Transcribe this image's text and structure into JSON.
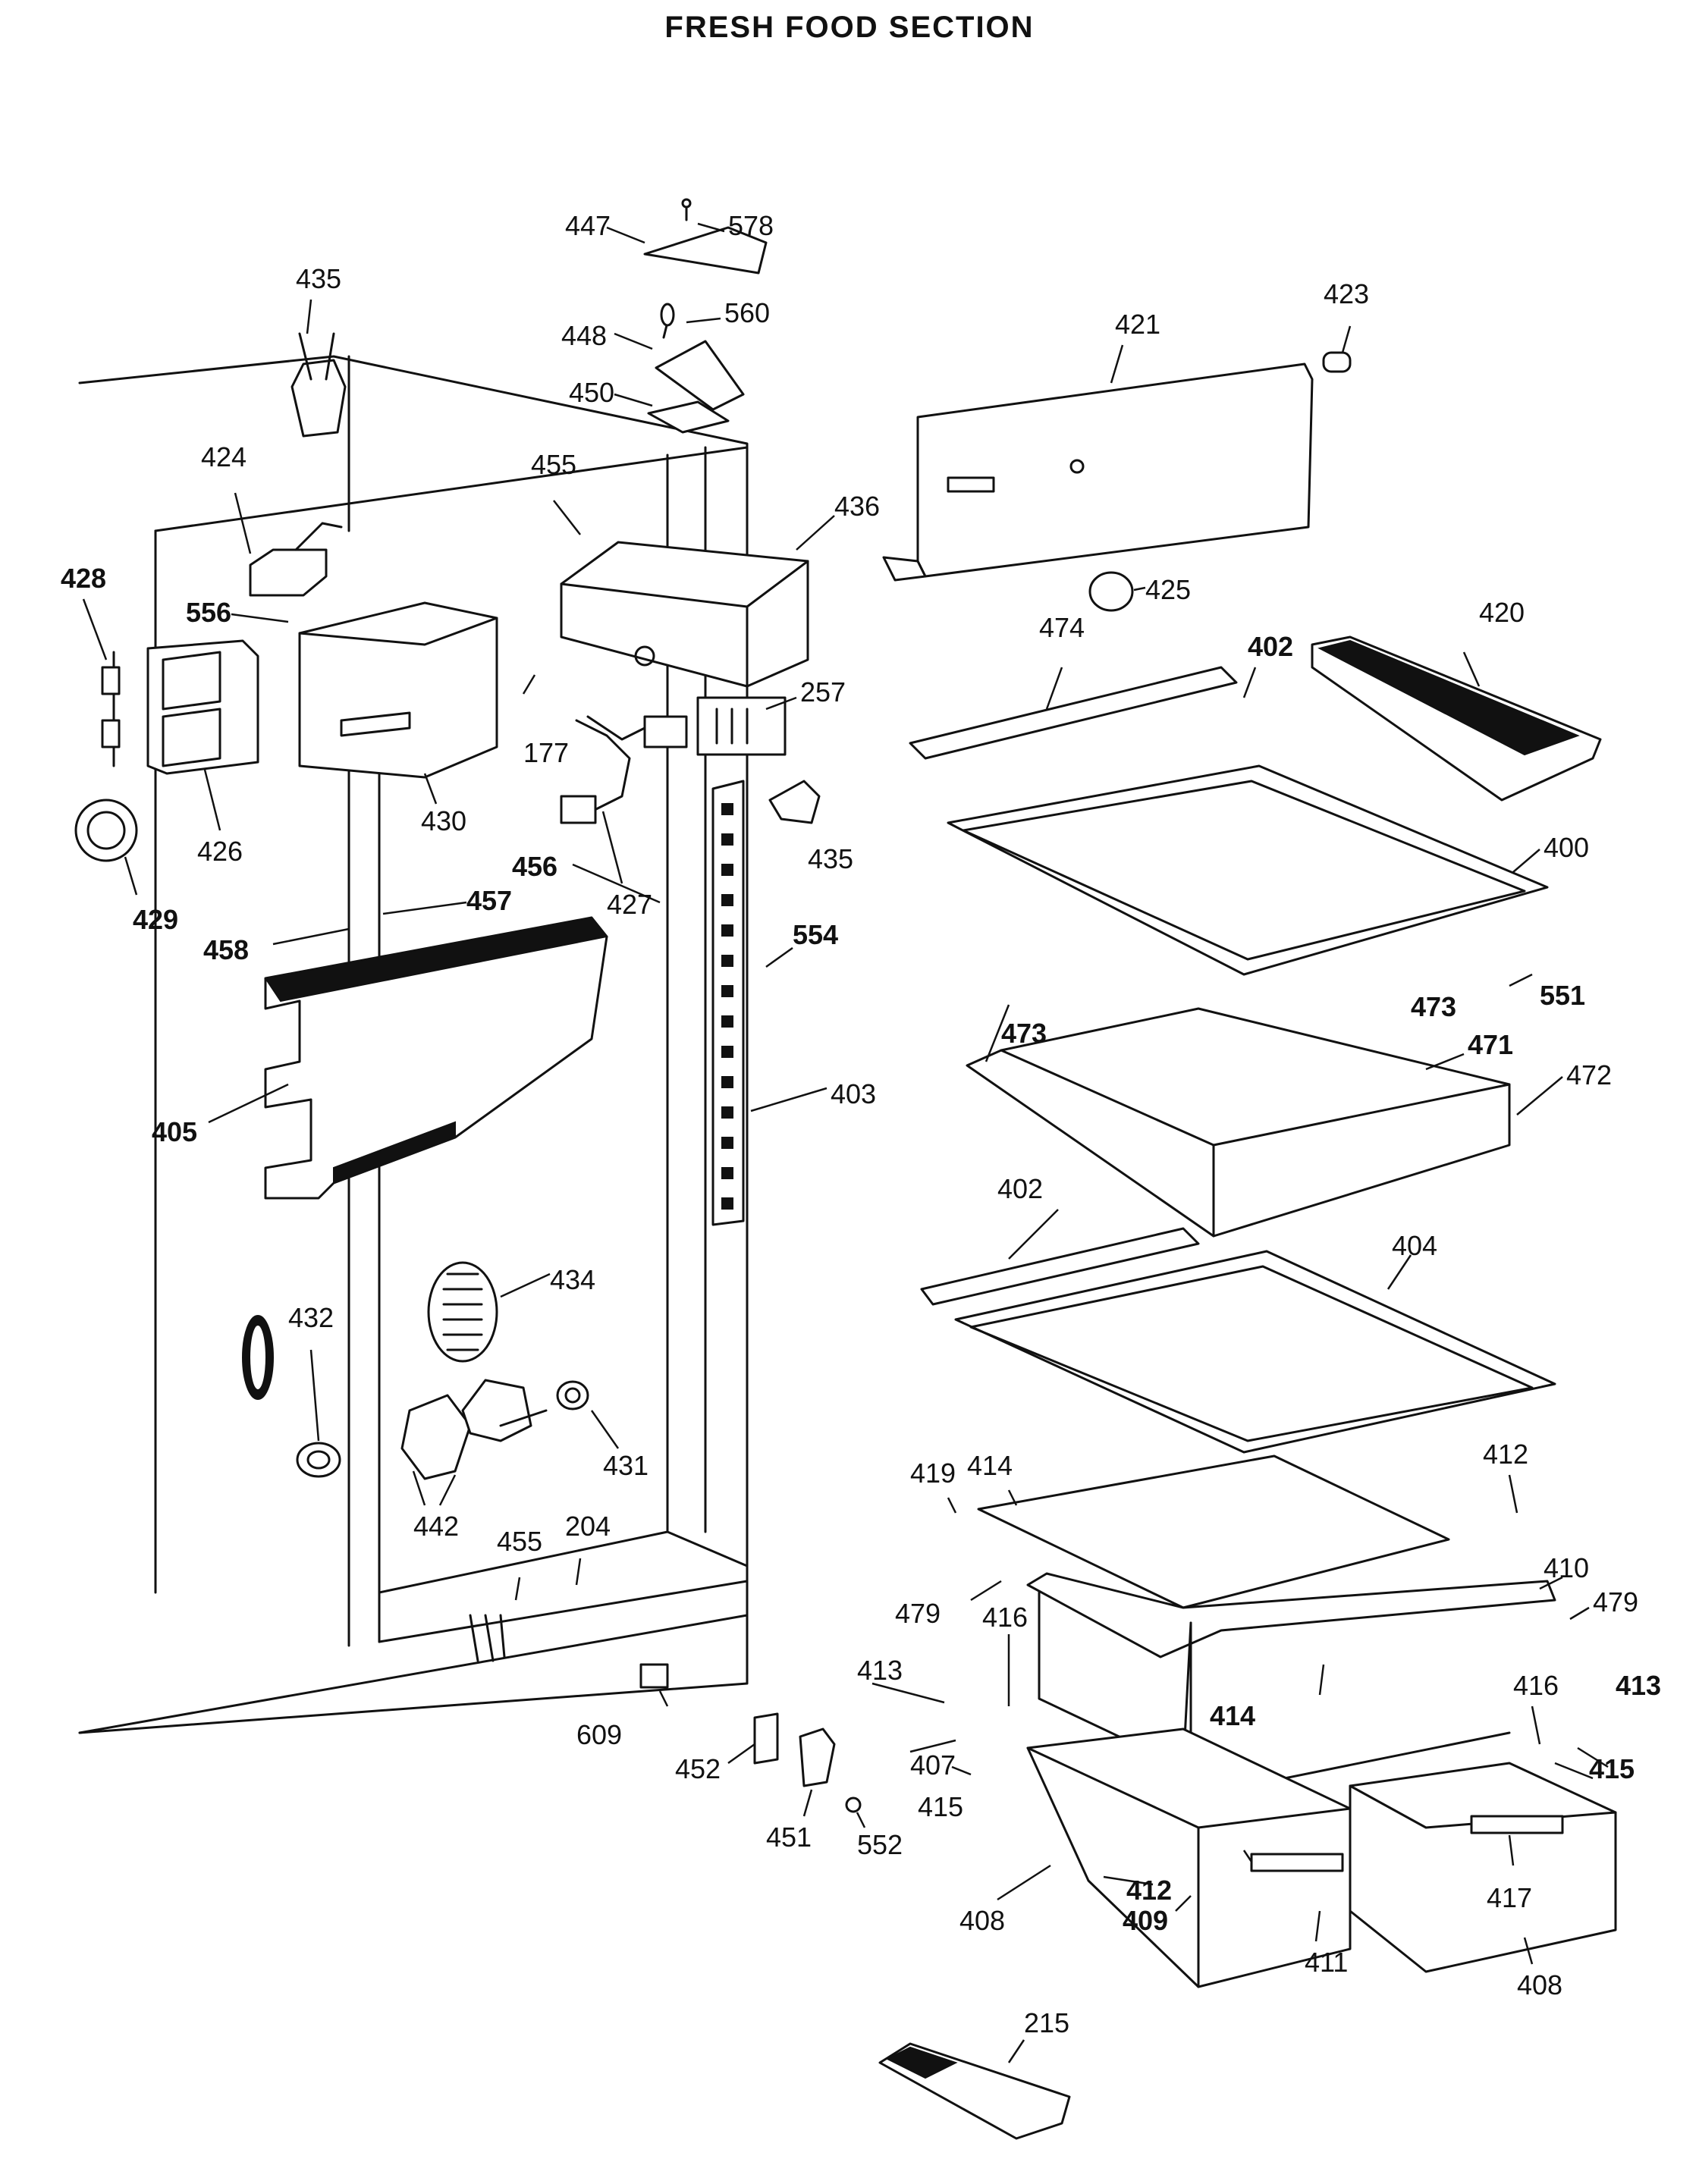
{
  "title": "FRESH FOOD SECTION",
  "labels": [
    "435",
    "447",
    "578",
    "448",
    "560",
    "450",
    "421",
    "423",
    "424",
    "455",
    "436",
    "428",
    "556",
    "177",
    "426",
    "430",
    "429",
    "427",
    "257",
    "474",
    "402",
    "420",
    "425",
    "400",
    "456",
    "457",
    "458",
    "435b",
    "554",
    "473",
    "551",
    "405",
    "403",
    "471",
    "472",
    "473b",
    "402b",
    "404",
    "434",
    "432",
    "431",
    "442",
    "455b",
    "204",
    "609",
    "452",
    "451",
    "552",
    "412",
    "419",
    "414",
    "410",
    "479",
    "479b",
    "416",
    "413",
    "413b",
    "416b",
    "407",
    "415",
    "415b",
    "414b",
    "417",
    "412b",
    "409",
    "411",
    "408",
    "408b",
    "215"
  ]
}
